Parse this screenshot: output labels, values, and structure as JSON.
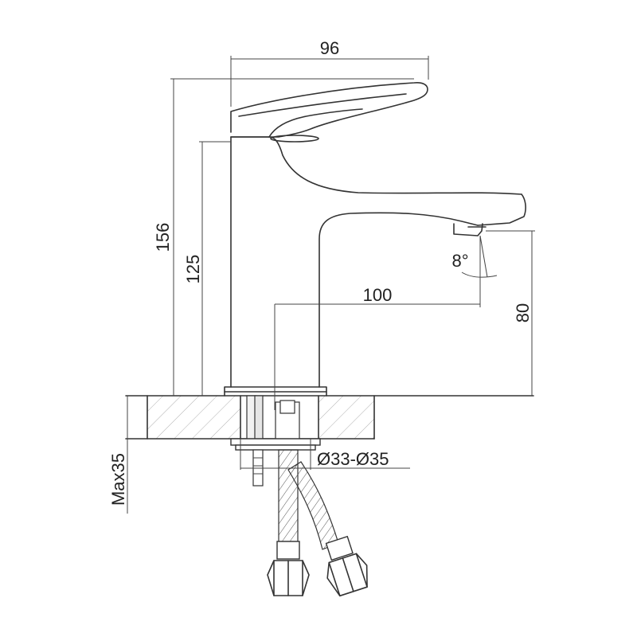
{
  "dimensions": {
    "top_width": "96",
    "overall_height": "156",
    "body_height": "125",
    "spout_reach": "100",
    "spout_clearance": "80",
    "spout_angle": "8°",
    "hole_diameter": "Ø33-Ø35",
    "max_thickness": "Max35"
  }
}
